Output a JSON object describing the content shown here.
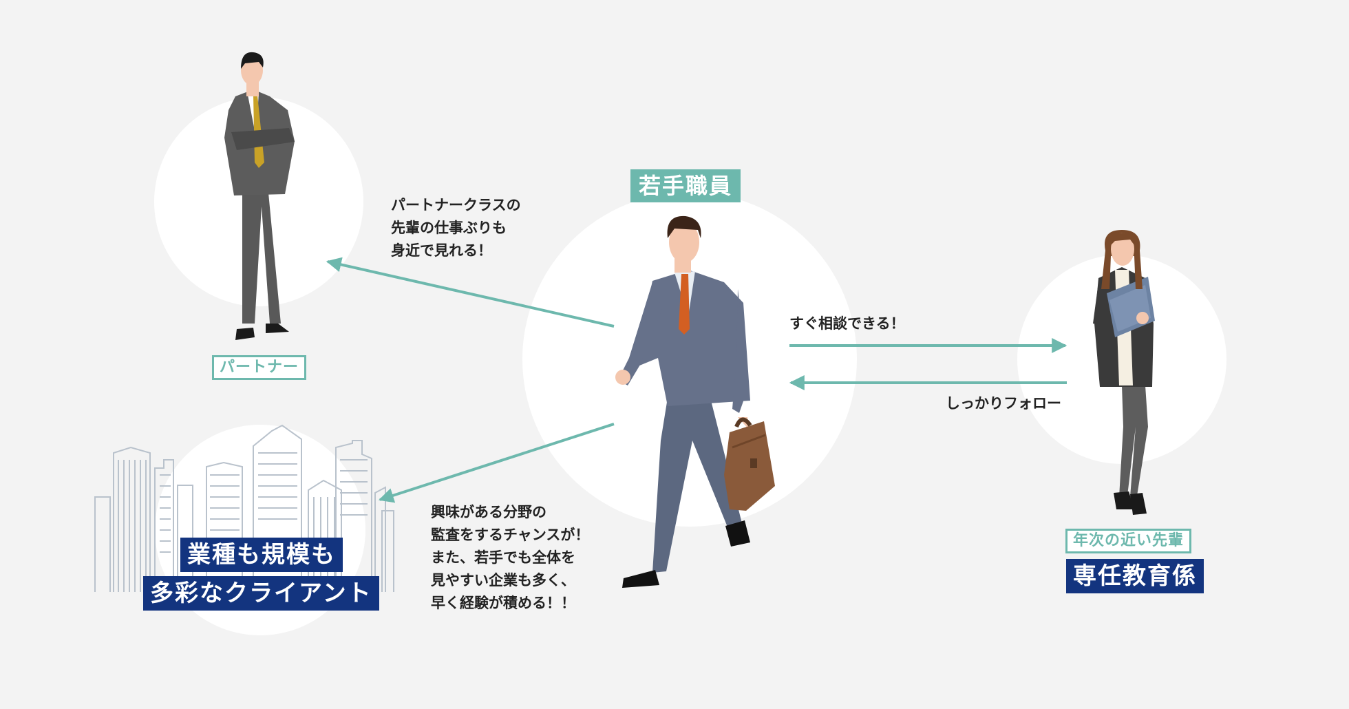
{
  "colors": {
    "background": "#f3f3f3",
    "circle": "#ffffff",
    "arrow": "#6db8ad",
    "teal_label": "#6db8ad",
    "navy_label": "#13347f"
  },
  "center_person": {
    "label": "若手職員"
  },
  "partner": {
    "label": "パートナー",
    "message_lines": [
      "パートナークラスの",
      "先輩の仕事ぶりも",
      "身近で見れる！"
    ]
  },
  "mentor": {
    "sub_label": "年次の近い先輩",
    "label": "専任教育係",
    "to_mentor_message": "すぐ相談できる！",
    "from_mentor_message": "しっかりフォロー"
  },
  "clients": {
    "label_lines": [
      "業種も規模も",
      "多彩なクライアント"
    ],
    "message_lines": [
      "興味がある分野の",
      "監査をするチャンスが！",
      "また、若手でも全体を",
      "見やすい企業も多く、",
      "早く経験が積める！！"
    ]
  },
  "icons": [
    "partner-figure-icon",
    "young-staff-figure-icon",
    "mentor-figure-icon",
    "buildings-icon",
    "briefcase-icon"
  ]
}
